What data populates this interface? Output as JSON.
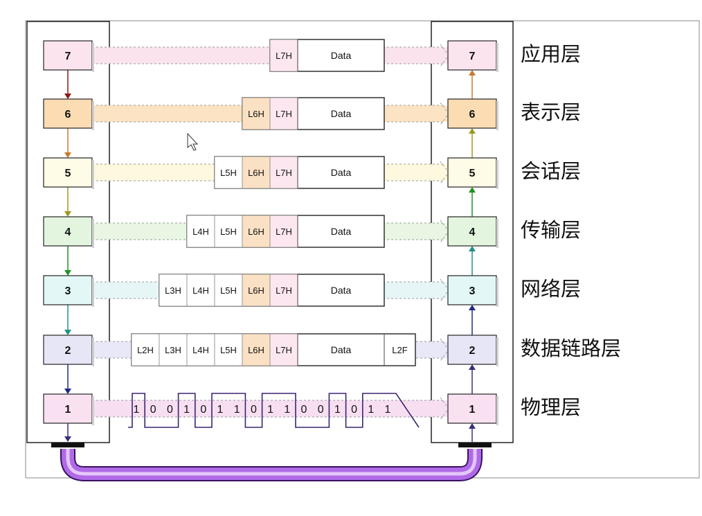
{
  "layers": [
    {
      "num": "7",
      "name": "应用层",
      "fill": "#fce4ef",
      "arrow": "#8b1a1a",
      "band": "#fbe3ee",
      "headers": [
        "L7H"
      ],
      "trailer": "",
      "data": "Data"
    },
    {
      "num": "6",
      "name": "表示层",
      "fill": "#fbdcb3",
      "arrow": "#c87a2a",
      "band": "#fbe3c3",
      "headers": [
        "L6H",
        "L7H"
      ],
      "trailer": "",
      "data": "Data"
    },
    {
      "num": "5",
      "name": "会话层",
      "fill": "#fefbe6",
      "arrow": "#9a9a1e",
      "band": "#fdf8de",
      "headers": [
        "L5H",
        "L6H",
        "L7H"
      ],
      "trailer": "",
      "data": "Data"
    },
    {
      "num": "4",
      "name": "传输层",
      "fill": "#e3f5df",
      "arrow": "#239023",
      "band": "#e8f6e3",
      "headers": [
        "L4H",
        "L5H",
        "L6H",
        "L7H"
      ],
      "trailer": "",
      "data": "Data"
    },
    {
      "num": "3",
      "name": "网络层",
      "fill": "#e3f8f6",
      "arrow": "#1f9188",
      "band": "#e6f6f6",
      "headers": [
        "L3H",
        "L4H",
        "L5H",
        "L6H",
        "L7H"
      ],
      "trailer": "",
      "data": "Data"
    },
    {
      "num": "2",
      "name": "数据链路层",
      "fill": "#e7e6f7",
      "arrow": "#1f2a80",
      "band": "#e9e8f8",
      "headers": [
        "L2H",
        "L3H",
        "L4H",
        "L5H",
        "L6H",
        "L7H"
      ],
      "trailer": "L2F",
      "data": "Data"
    },
    {
      "num": "1",
      "name": "物理层",
      "fill": "#fae1f1",
      "arrow": "#3b2d7a",
      "band": "#f7dff1",
      "bits": [
        "1",
        "0",
        "0",
        "1",
        "0",
        "1",
        "1",
        "0",
        "1",
        "1",
        "0",
        "0",
        "1",
        "0",
        "1",
        "1"
      ]
    }
  ],
  "header_colors": {
    "L2H": "#ffffff",
    "L3H": "#ffffff",
    "L4H": "#ffffff",
    "L5H": "#ffffff",
    "L6H": "#fbe1c3",
    "L7H": "#fce6ef",
    "L2F": "#ffffff"
  },
  "cable_color": "#9b4fd6"
}
